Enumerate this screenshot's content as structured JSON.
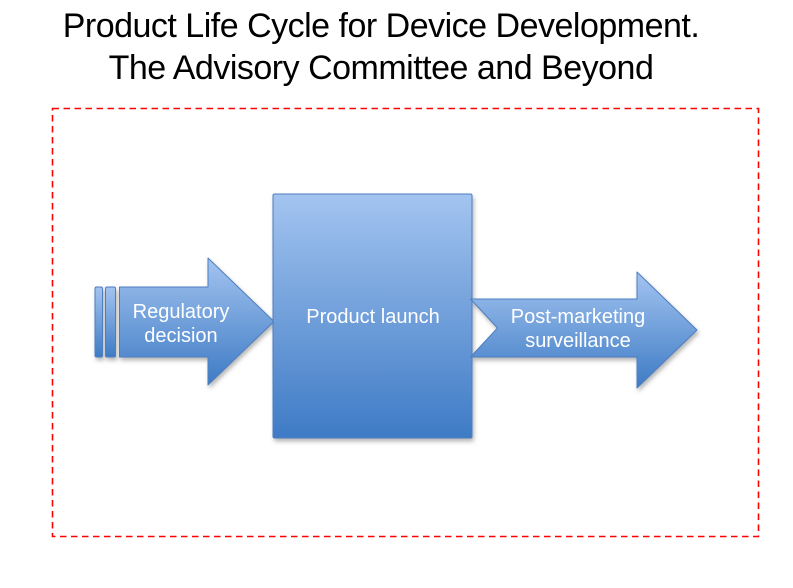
{
  "title": {
    "line1": "Product Life Cycle for Device Development.",
    "line2": "The Advisory Committee and Beyond"
  },
  "diagram": {
    "steps": [
      {
        "id": "regulatory-decision",
        "shape": "striped-right-arrow",
        "lines": [
          "Regulatory",
          "decision"
        ]
      },
      {
        "id": "product-launch",
        "shape": "rectangle",
        "lines": [
          "Product launch"
        ]
      },
      {
        "id": "post-marketing-surveillance",
        "shape": "notched-right-arrow",
        "lines": [
          "Post-marketing",
          "surveillance"
        ]
      }
    ]
  },
  "colors": {
    "background": "#ffffff",
    "title_text": "#000000",
    "shape_text": "#ffffff",
    "shape_gradient_top": "#a3c4f0",
    "shape_gradient_bottom": "#3e7bc5",
    "shape_border": "#4d7ec0",
    "slide_border": "#ff0000",
    "shadow": "#9e9e9e"
  }
}
